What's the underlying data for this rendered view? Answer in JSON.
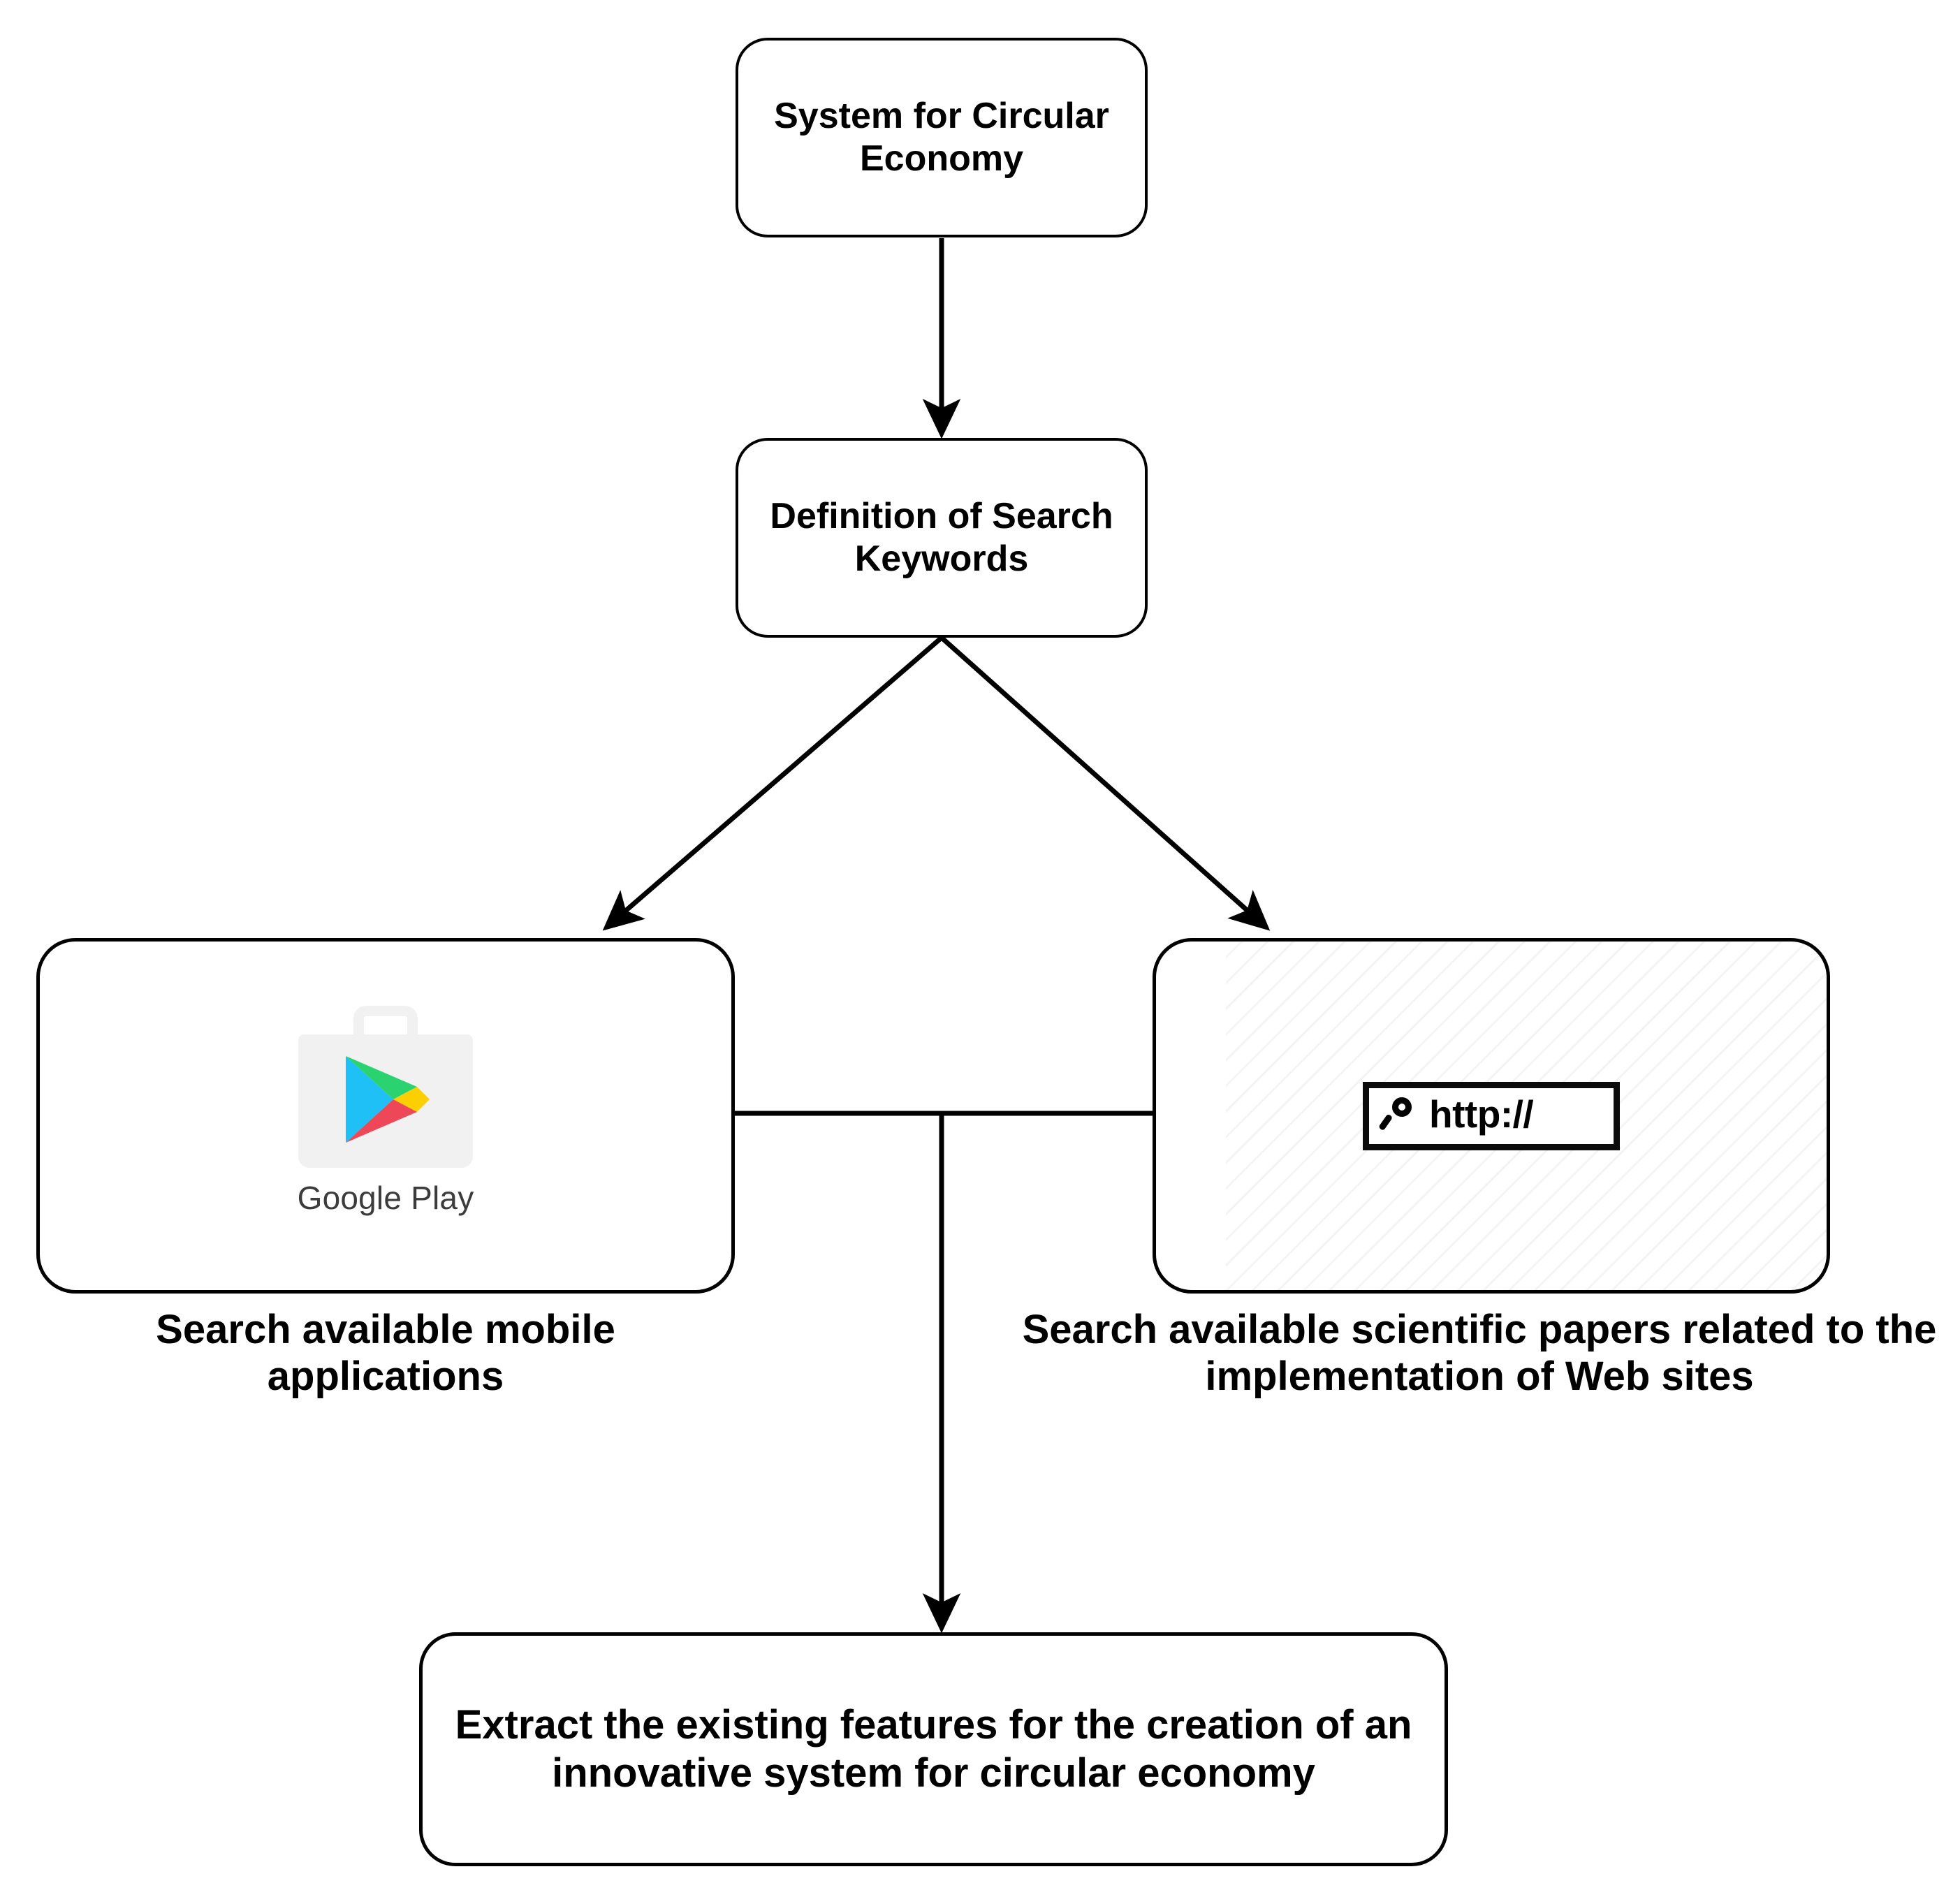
{
  "diagram": {
    "title": "System for Circular Economy research flowchart",
    "background_color": "#ffffff",
    "stroke_color": "#000000"
  },
  "nodes": {
    "top": {
      "label": "System for Circular Economy"
    },
    "keywords": {
      "label": "Definition of Search Keywords"
    },
    "play": {
      "logo_label": "Google Play",
      "icon": "google-play-bag-icon",
      "caption": "Search available mobile applications"
    },
    "web": {
      "icon": "magnifier-icon",
      "url_text": "http://",
      "caption": "Search available scientific papers related to the implementation of Web sites"
    },
    "extract": {
      "label": "Extract the existing features for the creation of an innovative system for circular economy"
    }
  },
  "colors": {
    "play_blue": "#1ec0f5",
    "play_green": "#2ad36f",
    "play_yellow": "#fcd000",
    "play_red": "#ee4758",
    "play_bag": "#f1f1f1",
    "play_text": "#3c3c3c",
    "stroke": "#000000"
  },
  "edges": [
    {
      "from": "top",
      "to": "keywords",
      "type": "arrow"
    },
    {
      "from": "keywords",
      "to": "play",
      "type": "arrow"
    },
    {
      "from": "keywords",
      "to": "web",
      "type": "arrow"
    },
    {
      "from": "play-web-junction",
      "to": "extract",
      "type": "arrow"
    }
  ]
}
